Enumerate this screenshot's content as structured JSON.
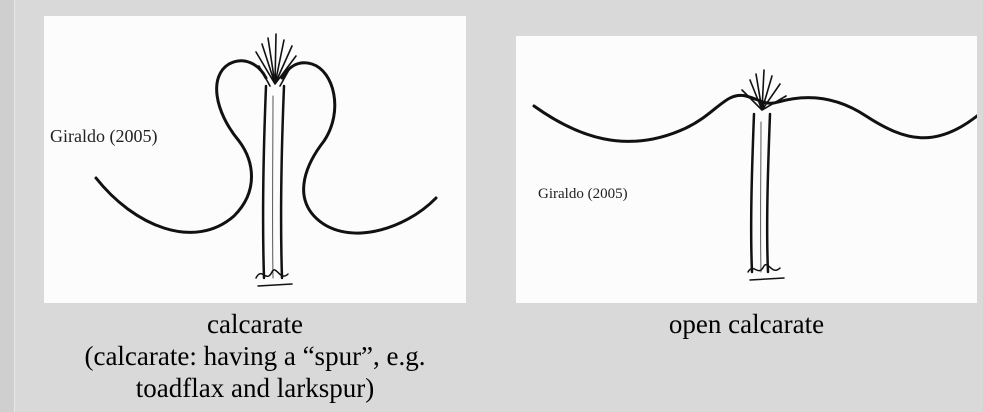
{
  "panels": [
    {
      "credit": "Giraldo (2005)",
      "caption_title": "calcarate",
      "caption_line2": "(calcarate:  having a “spur”, e.g.",
      "caption_line3": "toadflax and larkspur)"
    },
    {
      "credit": "Giraldo (2005)",
      "caption_title": "open calcarate"
    }
  ]
}
